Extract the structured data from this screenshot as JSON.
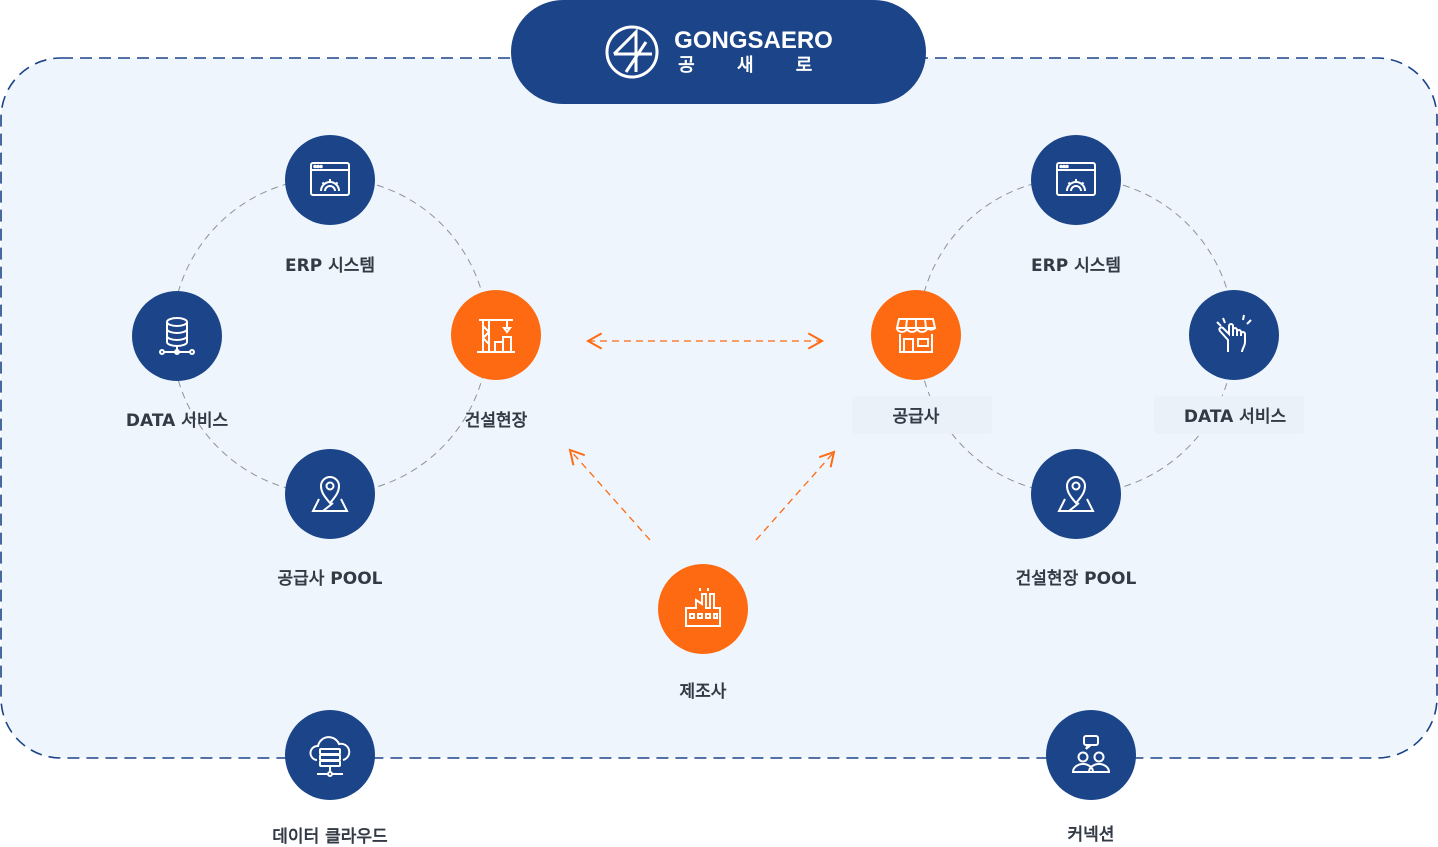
{
  "logo": {
    "name_en": "GONGSAERO",
    "name_ko": "공 새 로",
    "mark_icon": "gongsaero-logo-icon"
  },
  "left_cluster": {
    "erp": {
      "label": "ERP 시스템",
      "icon": "erp-window-gear-icon"
    },
    "data": {
      "label": "DATA 서비스",
      "icon": "database-icon"
    },
    "site": {
      "label": "건설현장",
      "icon": "construction-crane-icon"
    },
    "pool": {
      "label": "공급사 POOL",
      "icon": "map-pin-icon"
    }
  },
  "right_cluster": {
    "erp": {
      "label": "ERP 시스템",
      "icon": "erp-window-gear-icon"
    },
    "supplier": {
      "label": "공급사",
      "icon": "storefront-icon"
    },
    "data": {
      "label": "DATA 서비스",
      "icon": "hands-icon"
    },
    "pool": {
      "label": "건설현장 POOL",
      "icon": "map-pin-icon"
    }
  },
  "manufacturer": {
    "label": "제조사",
    "icon": "factory-icon"
  },
  "bottom": {
    "cloud": {
      "label": "데이터 클라우드",
      "icon": "cloud-server-icon"
    },
    "connection": {
      "label": "커넥션",
      "icon": "people-chat-icon"
    }
  },
  "colors": {
    "navy": "#1b4489",
    "orange": "#fe6a11",
    "panel": "#eff5fc",
    "text": "#333a45"
  }
}
